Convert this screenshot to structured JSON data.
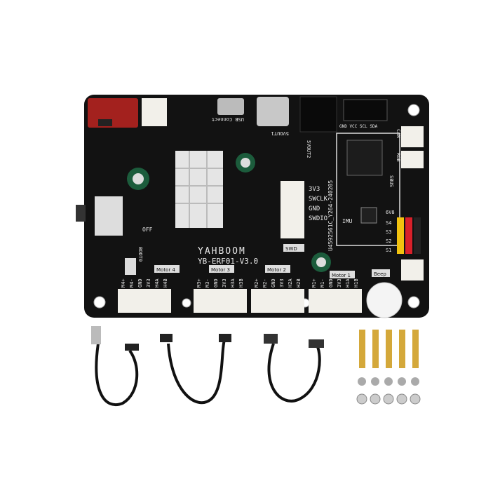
{
  "board": {
    "brand": "YAHBOOM",
    "model": "YB-ERF01-V3.0",
    "serial": "U4592561C_Y264-240205",
    "swd_header": {
      "title": "SWD",
      "pins": [
        "3V3",
        "SWCLK",
        "GND",
        "SWDIO"
      ]
    },
    "motor_ports": [
      {
        "label": "Motor 4",
        "pins": [
          "M4+",
          "M4-",
          "GND",
          "3V3",
          "H4A",
          "H4B"
        ]
      },
      {
        "label": "Motor 3",
        "pins": [
          "M3+",
          "M3-",
          "GND",
          "3V3",
          "H3A",
          "H3B"
        ]
      },
      {
        "label": "Motor 2",
        "pins": [
          "M2+",
          "M2-",
          "GND",
          "3V3",
          "H2A",
          "H2B"
        ]
      },
      {
        "label": "Motor 1",
        "pins": [
          "M1+",
          "M1-",
          "GND",
          "3V3",
          "H1A",
          "H1B"
        ]
      }
    ],
    "side_labels": [
      "CAN",
      "RGB",
      "SBUS",
      "6V8",
      "S4",
      "S3",
      "S2",
      "S1",
      "Beep"
    ],
    "top_labels": [
      "USB Connect",
      "5VOUT1",
      "GND VCC SCL SDA",
      "5VOUT2"
    ],
    "chip_label": "IMU",
    "switch_label": "OFF",
    "boot_label": "BOOT0"
  },
  "colors": {
    "pcb": "#111111",
    "connector": "#f2f0ea",
    "xt60": "#a3211e",
    "brass": "#d4a83a",
    "header_red": "#d8202a",
    "header_yellow": "#f2c20f"
  },
  "accessories": [
    "usb-a-to-micro-usb-cable",
    "dc-barrel-cable",
    "usb-c-to-usb-c-cable",
    "brass-standoffs",
    "screws",
    "nuts"
  ]
}
